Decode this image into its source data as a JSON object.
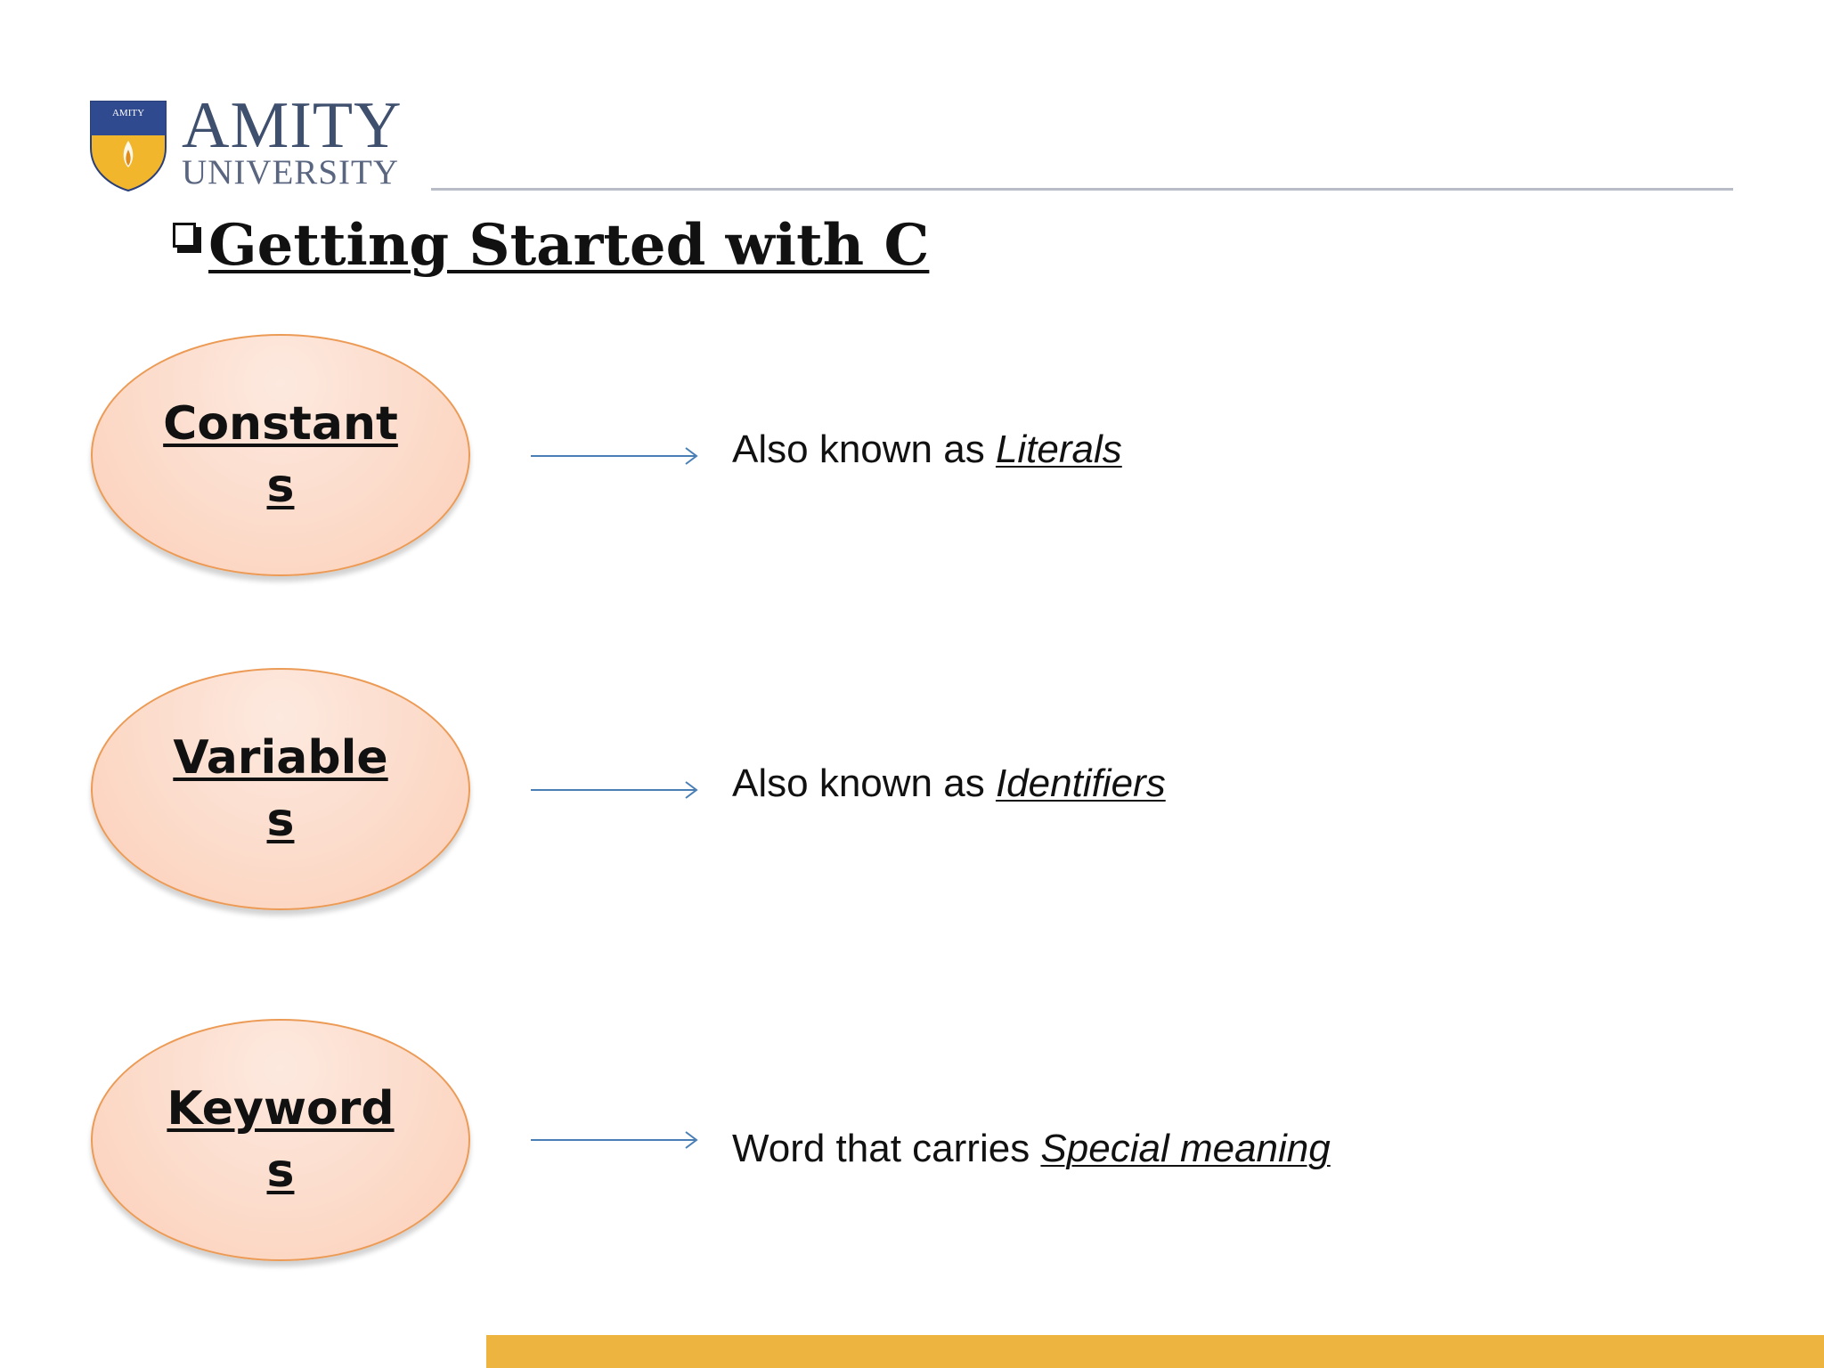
{
  "logo": {
    "word": "AMITY",
    "sub": "UNIVERSITY",
    "shield_text": "AMITY"
  },
  "title": {
    "bullet_icon": "checkbox-bullet-icon",
    "text": "Getting Started with C"
  },
  "items": [
    {
      "term": "Constants",
      "desc_prefix": "Also known as ",
      "desc_emphasis": "Literals"
    },
    {
      "term": "Variables",
      "desc_prefix": "Also known as ",
      "desc_emphasis": "Identifiers"
    },
    {
      "term": "Keywords",
      "desc_prefix": "Word that carries ",
      "desc_emphasis": "Special meaning"
    }
  ],
  "colors": {
    "oval_border": "#ec9b56",
    "oval_fill": "#fcd7c4",
    "arrow": "#4a7fb5",
    "footer_bar": "#edb540",
    "logo_blue": "#3f4f6e",
    "shield_gold": "#f2b62c"
  }
}
